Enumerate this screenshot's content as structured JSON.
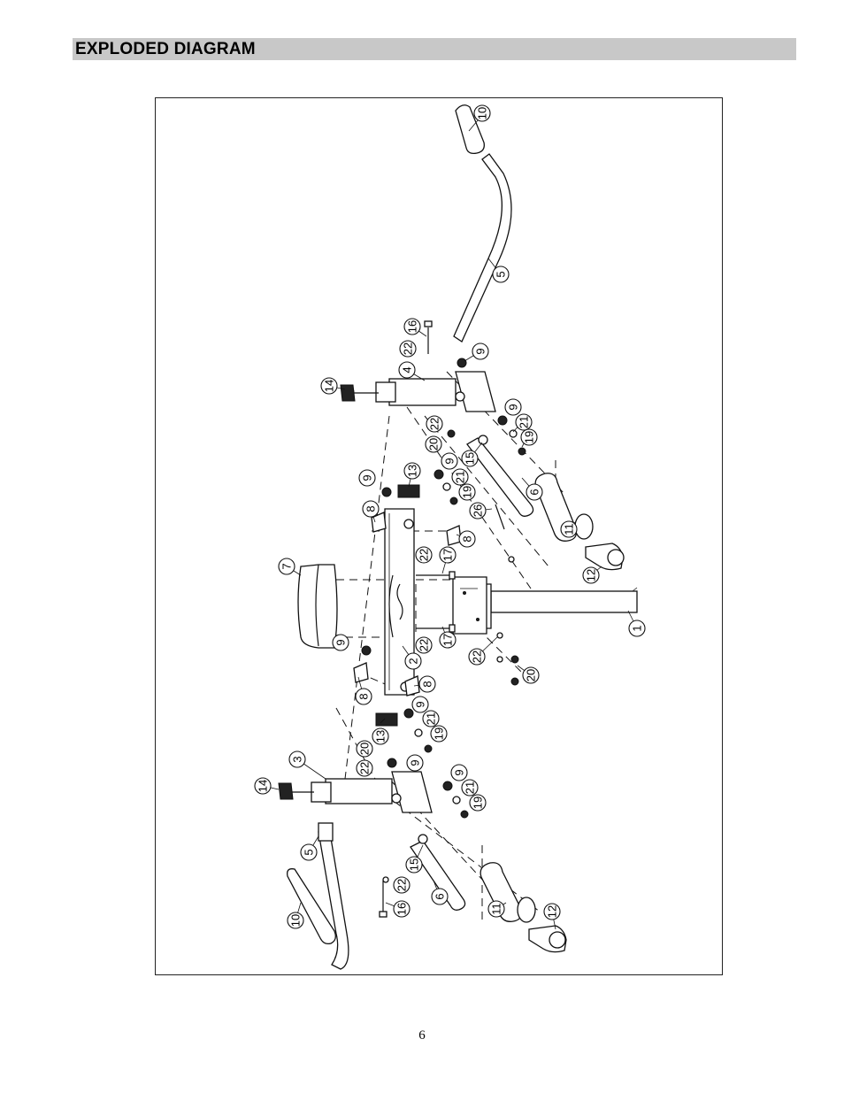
{
  "header": {
    "title": "EXPLODED DIAGRAM"
  },
  "page": {
    "number": "6"
  },
  "callouts": [
    "1",
    "2",
    "3",
    "4",
    "5",
    "6",
    "7",
    "8",
    "9",
    "10",
    "11",
    "12",
    "13",
    "14",
    "15",
    "16",
    "17",
    "19",
    "20",
    "21",
    "22",
    "26"
  ]
}
